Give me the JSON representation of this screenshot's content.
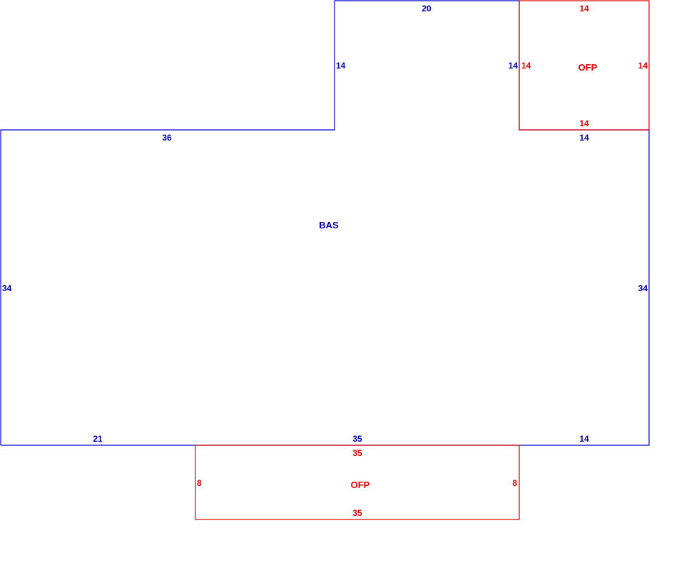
{
  "colors": {
    "bas": "#0000cc",
    "ofp": "#dd0000"
  },
  "bas": {
    "label": "BAS",
    "dims": {
      "top_left": "36",
      "upper_left_vertical": "14",
      "upper_top": "20",
      "upper_right_vertical": "14",
      "right_top": "14",
      "right": "34",
      "left": "34",
      "bottom_left": "21",
      "bottom_mid": "35",
      "bottom_right": "14"
    }
  },
  "ofp_top": {
    "label": "OFP",
    "dims": {
      "top": "14",
      "left": "14",
      "right": "14",
      "bottom": "14"
    }
  },
  "ofp_bottom": {
    "label": "OFP",
    "dims": {
      "top": "35",
      "left": "8",
      "right": "8",
      "bottom": "35"
    }
  }
}
